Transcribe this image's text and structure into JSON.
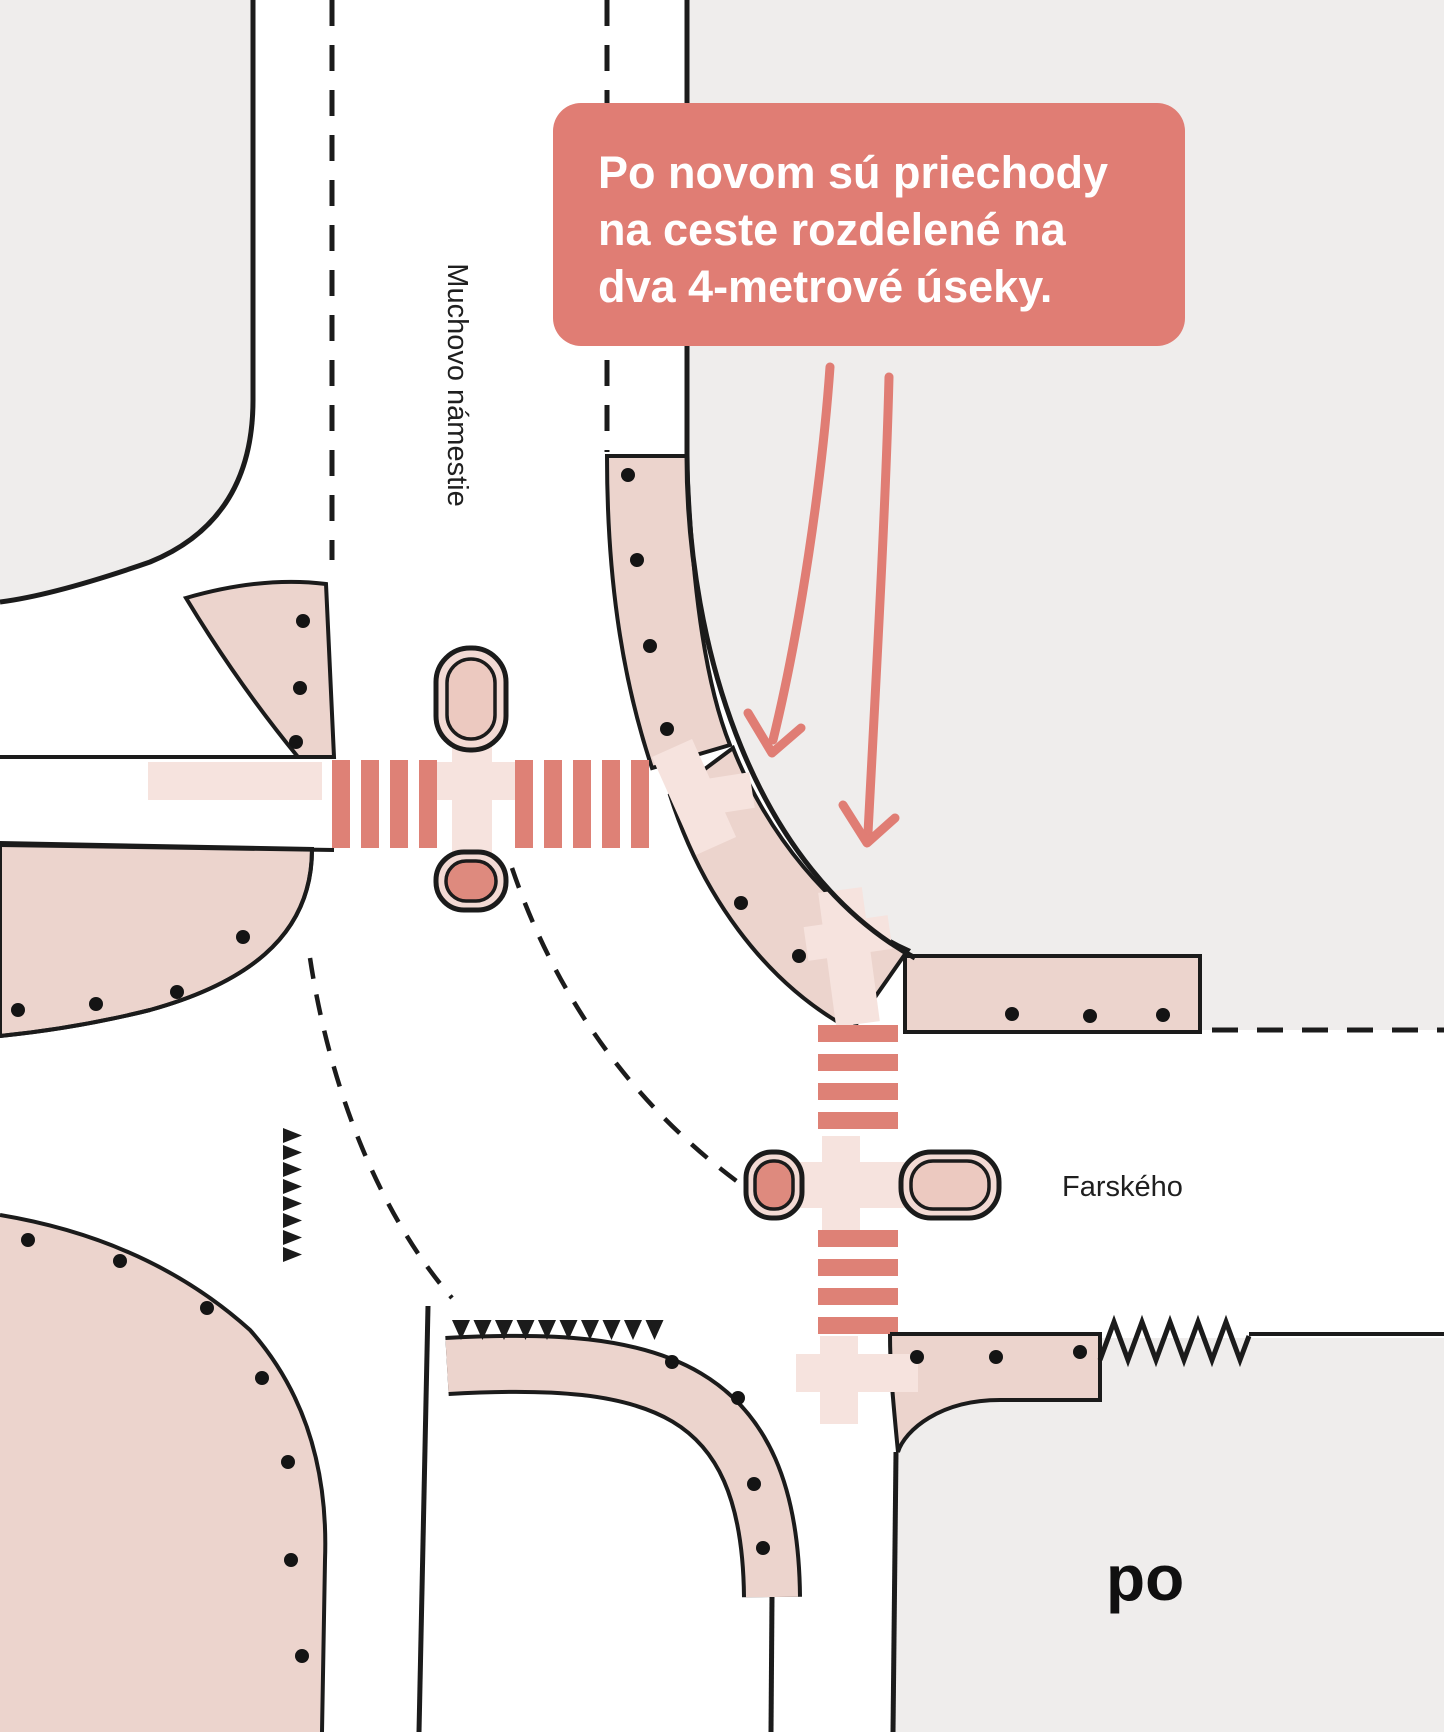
{
  "callout": {
    "lines": {
      "0": "Po novom sú priechody",
      "1": "na ceste rozdelené na",
      "2": "dva 4-metrové úseky."
    },
    "full_text": "Po novom sú priechody na ceste rozdelené na dva 4-metrové úseky.",
    "bg": "#e07d74",
    "text_color": "#ffffff"
  },
  "labels": {
    "street_vertical": "Muchovo námestie",
    "street_horizontal": "Farského",
    "bottom_right": "po"
  },
  "colors": {
    "background": "#efedec",
    "road": "#ffffff",
    "curb_extension": "#ecd4cd",
    "crossing_pale": "#f6e3de",
    "island_fill": "#f3dad4",
    "stripe": "#de8176",
    "outline": "#1b1b1b",
    "dot": "#141414",
    "callout_bg": "#e07d74",
    "arrow": "#e07d74"
  }
}
